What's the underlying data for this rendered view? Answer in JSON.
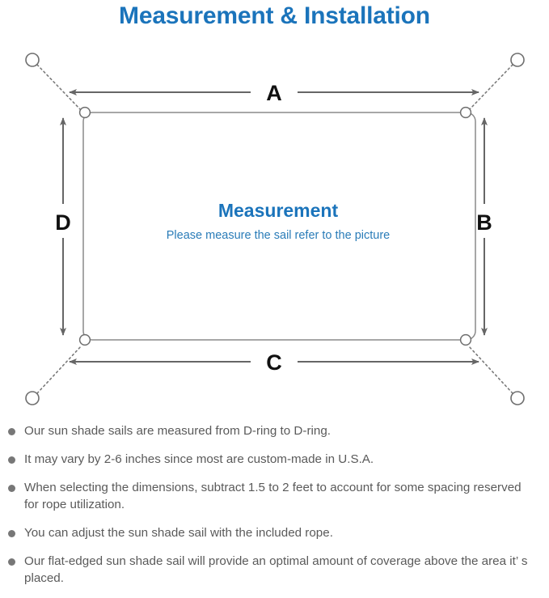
{
  "title": "Measurement & Installation",
  "colors": {
    "title_blue": "#1b74bb",
    "center_blue": "#1b74bb",
    "subtext_blue": "#2a7cb8",
    "arrow_gray": "#666666",
    "sail_border": "#8a8a8a",
    "ring_gray": "#6e6e6e",
    "dotted_gray": "#7a7a7a",
    "note_text": "#5a5a5a",
    "bullet_gray": "#777777",
    "label_black": "#111111"
  },
  "diagram": {
    "center": {
      "heading": "Measurement",
      "subheading": "Please measure the sail refer to the picture"
    },
    "dimension_labels": {
      "top": "A",
      "right": "B",
      "bottom": "C",
      "left": "D"
    },
    "corners": [
      {
        "name": "top-left",
        "ring": "d-ring",
        "anchor": "anchor-point"
      },
      {
        "name": "top-right",
        "ring": "d-ring",
        "anchor": "anchor-point"
      },
      {
        "name": "bottom-left",
        "ring": "d-ring",
        "anchor": "anchor-point"
      },
      {
        "name": "bottom-right",
        "ring": "d-ring",
        "anchor": "anchor-point"
      }
    ]
  },
  "notes": [
    "Our sun shade sails are measured from D-ring to D-ring.",
    "It may vary by 2-6 inches since most are custom-made in U.S.A.",
    "When selecting the dimensions, subtract 1.5 to 2 feet to account for some spacing reserved for rope utilization.",
    "You can adjust the sun shade sail with the included rope.",
    "Our flat-edged sun shade sail will provide an optimal amount of coverage above the area it’ s placed."
  ]
}
